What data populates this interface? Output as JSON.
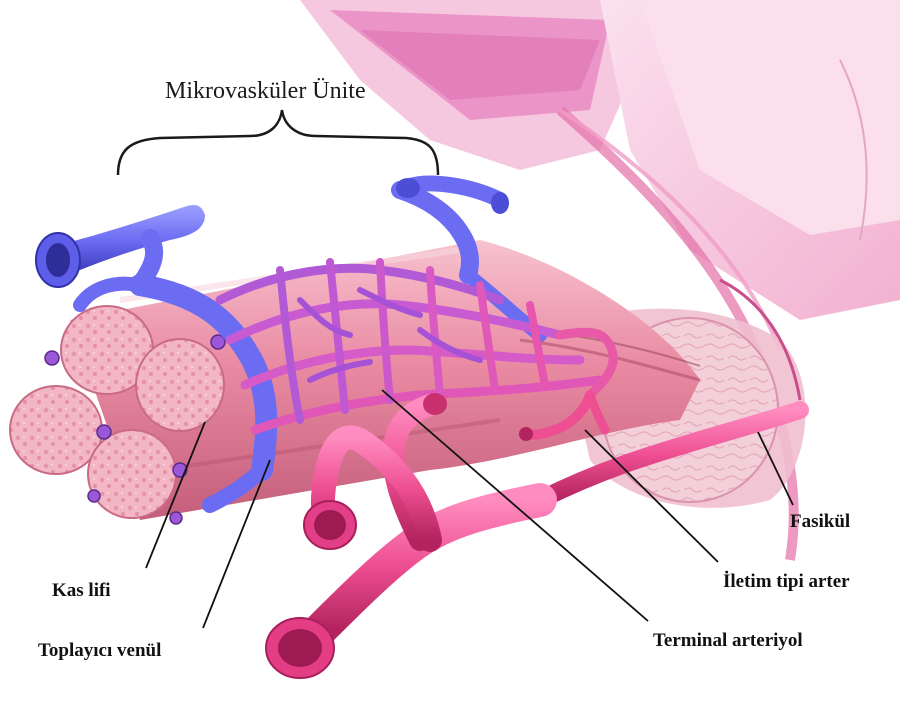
{
  "title": "Mikrovasküler Ünite",
  "labels": {
    "fasikul": "Fasikül",
    "iletim": "İletim tipi arter",
    "terminal": "Terminal arteriyol",
    "kas_lifi": "Kas lifi",
    "venul": "Toplayıcı venül"
  },
  "colors": {
    "muscle": "#f0a6b9",
    "muscle_dark": "#c96a86",
    "artery": "#ee4f92",
    "artery_dark": "#b3235f",
    "vein": "#6b6cf2",
    "vein_dark": "#3f3fc0",
    "capillary": "#b259d6",
    "tendon": "#f6c3dc",
    "leader": "#111111"
  }
}
